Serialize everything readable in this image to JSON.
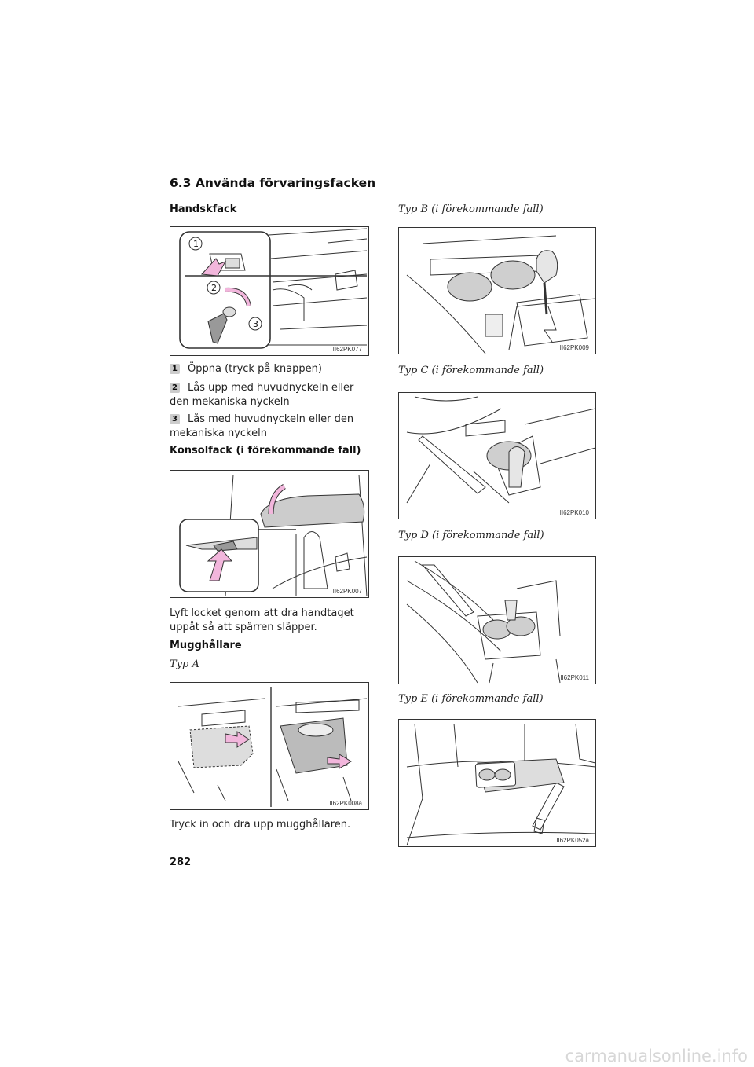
{
  "header": {
    "section_title": "6.3 Använda förvaringsfacken"
  },
  "left": {
    "handskfack_heading": "Handskfack",
    "fig1_code": "II62PK077",
    "steps": [
      {
        "num": "1",
        "text": "Öppna (tryck på knappen)"
      },
      {
        "num": "2",
        "text": "Lås upp med huvudnyckeln eller den mekaniska nyckeln"
      },
      {
        "num": "3",
        "text": "Lås med huvudnyckeln eller den mekaniska nyckeln"
      }
    ],
    "konsol_heading": "Konsolfack (i förekommande fall)",
    "fig2_code": "II62PK007",
    "konsol_text": "Lyft locket genom att dra handtaget uppåt så att spärren släpper.",
    "mugg_heading": "Mugghållare",
    "typ_a": "Typ A",
    "fig3_code": "II62PK008a",
    "mugg_text": "Tryck in och dra upp mugghållaren."
  },
  "right": {
    "typ_b": "Typ B (i förekommande fall)",
    "fig_b_code": "II62PK009",
    "typ_c": "Typ C (i förekommande fall)",
    "fig_c_code": "II62PK010",
    "typ_d": "Typ D (i förekommande fall)",
    "fig_d_code": "II62PK011",
    "typ_e": "Typ E (i förekommande fall)",
    "fig_e_code": "II62PK052a"
  },
  "footer": {
    "page_number": "282",
    "watermark": "carmanualsonline.info"
  },
  "colors": {
    "arrow_pink": "#f2b6dc",
    "cup_gray": "#cfcfcf"
  }
}
